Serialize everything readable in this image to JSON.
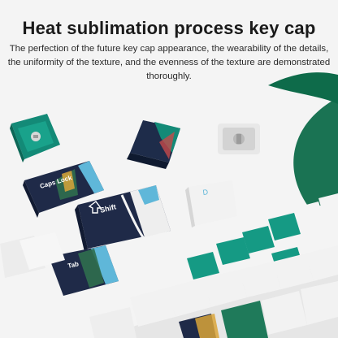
{
  "header": {
    "title": "Heat sublimation process key cap",
    "description": "The perfection of the future key cap appearance, the wearability of the details, the uniformity of the texture, and the evenness of the texture are demonstrated thoroughly."
  },
  "keycaps": {
    "capslock_legend": "Caps Lock",
    "shift_legend": "Shift",
    "tab_legend": "Tab",
    "d_legend": "D"
  },
  "colors": {
    "teal": "#159a84",
    "navy": "#1f2a48",
    "white_cap": "#f2f2f2",
    "accent_blue": "#5fb7d9",
    "swoosh_green": "#0e6b4a"
  }
}
